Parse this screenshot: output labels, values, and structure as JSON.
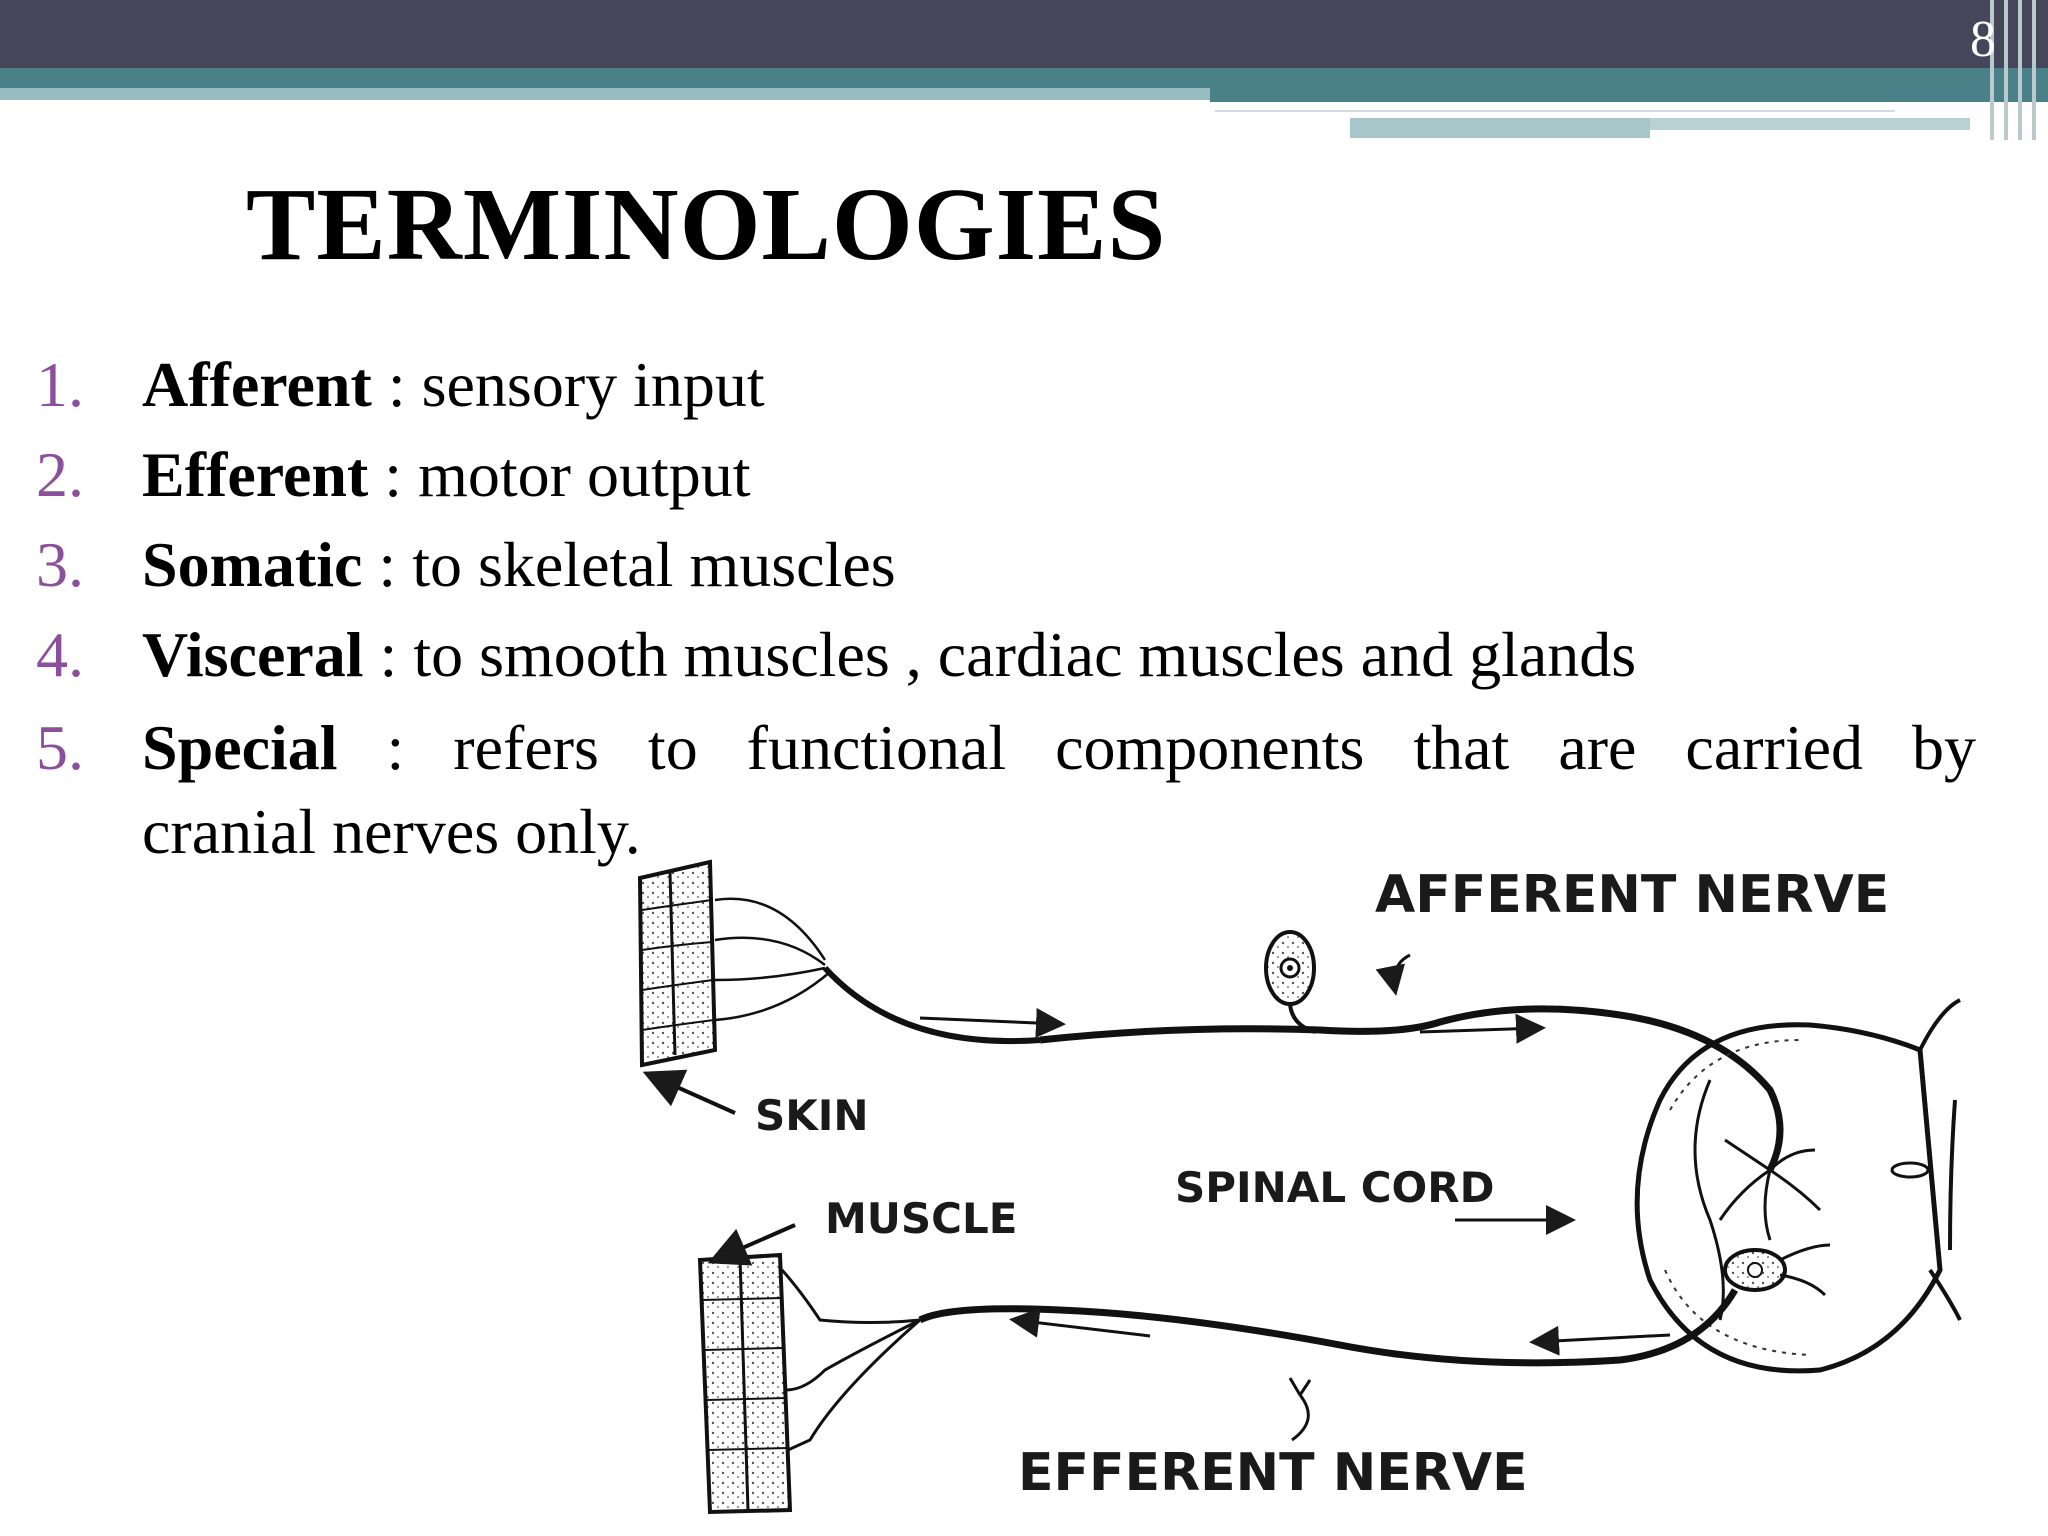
{
  "header": {
    "page_number": "8"
  },
  "title": "TERMINOLOGIES",
  "terms": [
    {
      "num": "1.",
      "word": "Afferent",
      "sep": " : ",
      "desc": "sensory input"
    },
    {
      "num": "2.",
      "word": "Efferent",
      "sep": " : ",
      "desc": "motor output"
    },
    {
      "num": "3.",
      "word": "Somatic",
      "sep": " : ",
      "desc": "to skeletal muscles"
    },
    {
      "num": "4.",
      "word": "Visceral",
      "sep": " : ",
      "desc": "to smooth muscles , cardiac muscles and glands"
    },
    {
      "num": "5.",
      "word": "Special",
      "sep": " : ",
      "desc_line1": "refers to functional components that are carried by",
      "desc_line2": "cranial nerves only."
    }
  ],
  "diagram": {
    "labels": {
      "afferent_nerve": "AFFERENT NERVE",
      "skin": "SKIN",
      "spinal_cord": "SPINAL CORD",
      "muscle": "MUSCLE",
      "efferent_nerve": "EFFERENT NERVE"
    }
  },
  "colors": {
    "header_dark": "#474559",
    "header_teal": "#4a8189",
    "list_number": "#8b4f9c"
  }
}
